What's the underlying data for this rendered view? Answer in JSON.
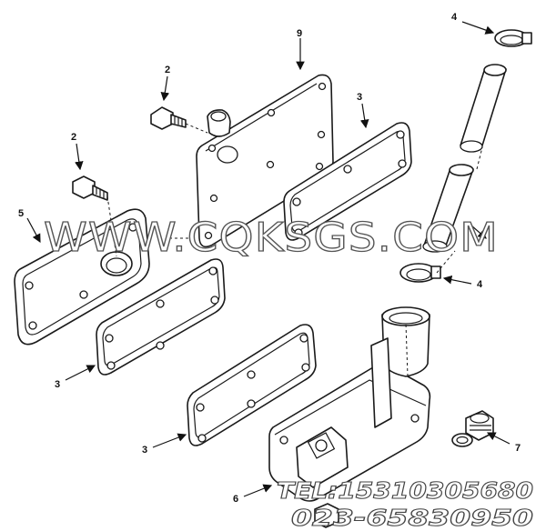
{
  "callouts": {
    "c9": "9",
    "c2a": "2",
    "c2b": "2",
    "c3a": "3",
    "c3b": "3",
    "c3c": "3",
    "c4a": "4",
    "c4b": "4",
    "c5": "5",
    "c6": "6",
    "c7": "7"
  },
  "watermark": {
    "site": "WWW.CQKSGS.COM",
    "tel": "TEL:15310305680",
    "phone": "023-65830950"
  },
  "colors": {
    "line": "#1a1a1a",
    "watermark_stroke": "#555555",
    "background": "#ffffff"
  }
}
